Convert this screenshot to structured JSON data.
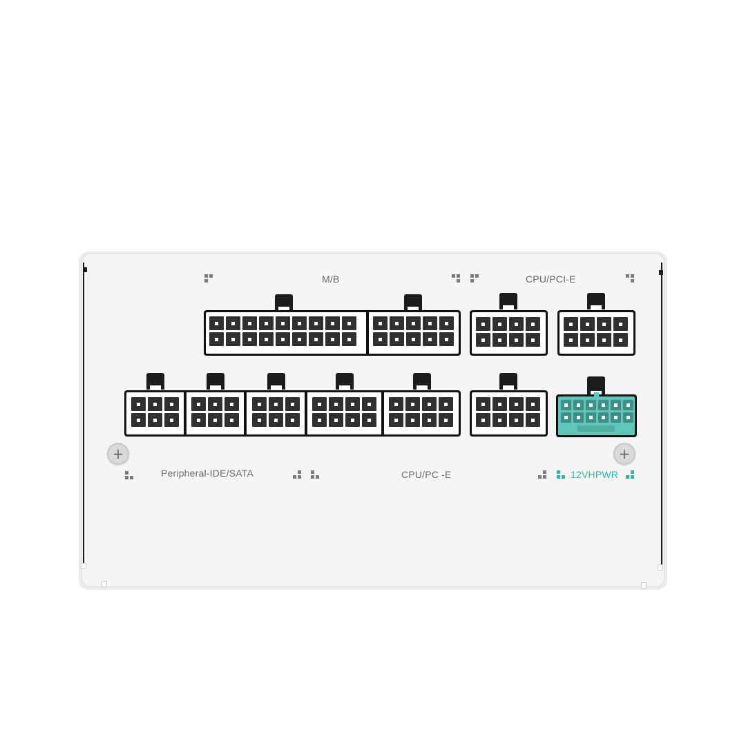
{
  "product": "PSU modular connector panel",
  "labels": {
    "mb": "M/B",
    "cpu_pcie_top": "CPU/PCI-E",
    "peripheral": "Peripheral-IDE/SATA",
    "cpu_pcie_bottom": "CPU/PC -E",
    "hpwr": "12VHPWR"
  },
  "colors": {
    "panel": "#f5f5f5",
    "connector_frame": "#111111",
    "pin": "#303030",
    "label_gray": "#6a6a6a",
    "accent_teal": "#2fb3a5",
    "hpwr_body": "#5ec7b9"
  },
  "connectors": {
    "top_row": [
      {
        "name": "M/B 18-pin",
        "cols": 9,
        "rows": 2
      },
      {
        "name": "M/B 10-pin",
        "cols": 5,
        "rows": 2
      },
      {
        "name": "CPU/PCI-E 8-pin A",
        "cols": 4,
        "rows": 2
      },
      {
        "name": "CPU/PCI-E 8-pin B",
        "cols": 4,
        "rows": 2
      }
    ],
    "bottom_row": [
      {
        "name": "Peripheral 6-pin A",
        "cols": 3,
        "rows": 2
      },
      {
        "name": "Peripheral 6-pin B",
        "cols": 3,
        "rows": 2
      },
      {
        "name": "Peripheral 6-pin C",
        "cols": 3,
        "rows": 2
      },
      {
        "name": "CPU/PCI-E 8-pin C",
        "cols": 4,
        "rows": 2
      },
      {
        "name": "CPU/PCI-E 8-pin D",
        "cols": 4,
        "rows": 2
      },
      {
        "name": "CPU/PCI-E 8-pin E",
        "cols": 4,
        "rows": 2
      },
      {
        "name": "12VHPWR 12+4-pin",
        "cols": 6,
        "rows": 2
      }
    ]
  },
  "screw_icon": "+"
}
